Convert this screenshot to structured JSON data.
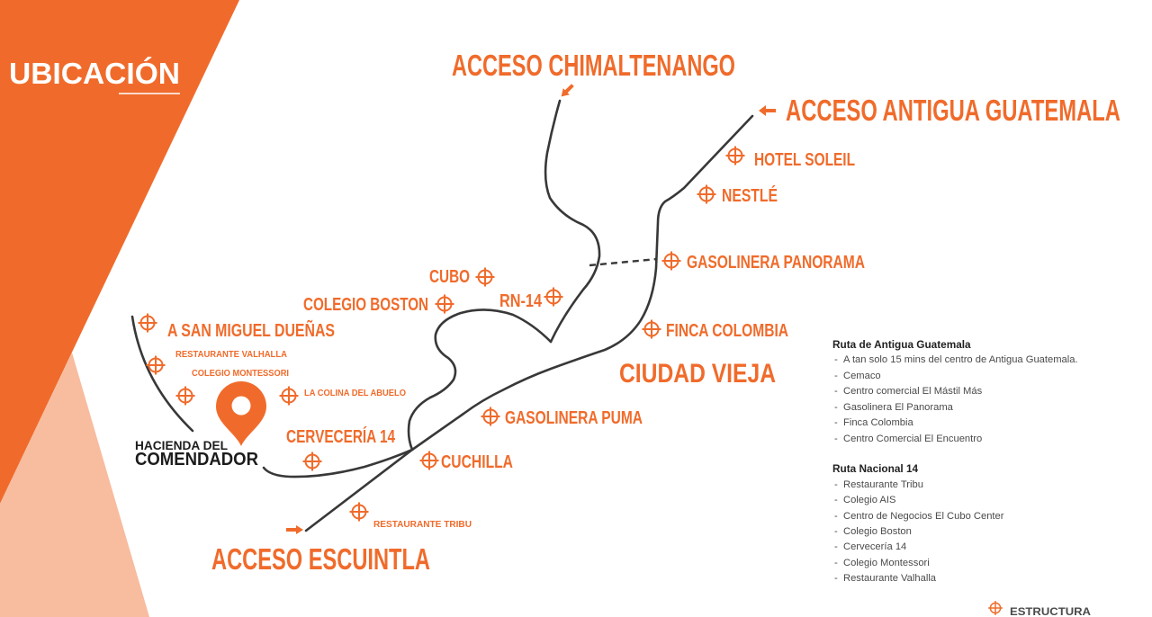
{
  "header": {
    "title": "UBICACIÓN"
  },
  "accesses": {
    "chimaltenango": "ACCESO CHIMALTENANGO",
    "antigua": "ACCESO ANTIGUA GUATEMALA",
    "escuintla": "ACCESO ESCUINTLA"
  },
  "town": "CIUDAD VIEJA",
  "property": {
    "name_line1": "HACIENDA DEL",
    "name_line2": "COMENDADOR"
  },
  "points": {
    "hotel_soleil": "HOTEL SOLEIL",
    "nestle": "NESTLÉ",
    "gasolinera_panorama": "GASOLINERA PANORAMA",
    "cubo": "CUBO",
    "colegio_boston": "COLEGIO BOSTON",
    "rn14": "RN-14",
    "san_miguel_duenas": "A SAN MIGUEL DUEÑAS",
    "finca_colombia": "FINCA COLOMBIA",
    "restaurante_valhalla": "RESTAURANTE VALHALLA",
    "colegio_montessori": "COLEGIO MONTESSORI",
    "la_colina_del_abuelo": "LA COLINA DEL ABUELO",
    "gasolinera_puma": "GASOLINERA PUMA",
    "cerveceria_14": "CERVECERÍA 14",
    "cuchilla": "CUCHILLA",
    "restaurante_tribu": "RESTAURANTE TRIBU"
  },
  "legend": {
    "routes": [
      {
        "title": "Ruta de Antigua Guatemala",
        "items": [
          "A tan solo 15 mins del centro de Antigua Guatemala.",
          "Cemaco",
          "Centro comercial El Mástil Más",
          "Gasolinera El Panorama",
          "Finca Colombia",
          "Centro Comercial El Encuentro"
        ]
      },
      {
        "title": "Ruta Nacional 14",
        "items": [
          "Restaurante Tribu",
          "Colegio AIS",
          "Centro de Negocios El Cubo Center",
          "Colegio Boston",
          "Cervecería 14",
          "Colegio Montessori",
          "Restaurante Valhalla"
        ]
      }
    ]
  },
  "footer": {
    "next_section": "ESTRUCTURA"
  },
  "icons": {
    "point_marker": "crosshair-icon",
    "property_marker": "map-pin-icon",
    "access_marker": "arrow-icon"
  },
  "colors": {
    "accent": "#F06B2B",
    "peach": "#F8BC9F",
    "road": "#383838",
    "text_dark": "#1c1c1c",
    "legend_text": "#4a4a4a"
  }
}
